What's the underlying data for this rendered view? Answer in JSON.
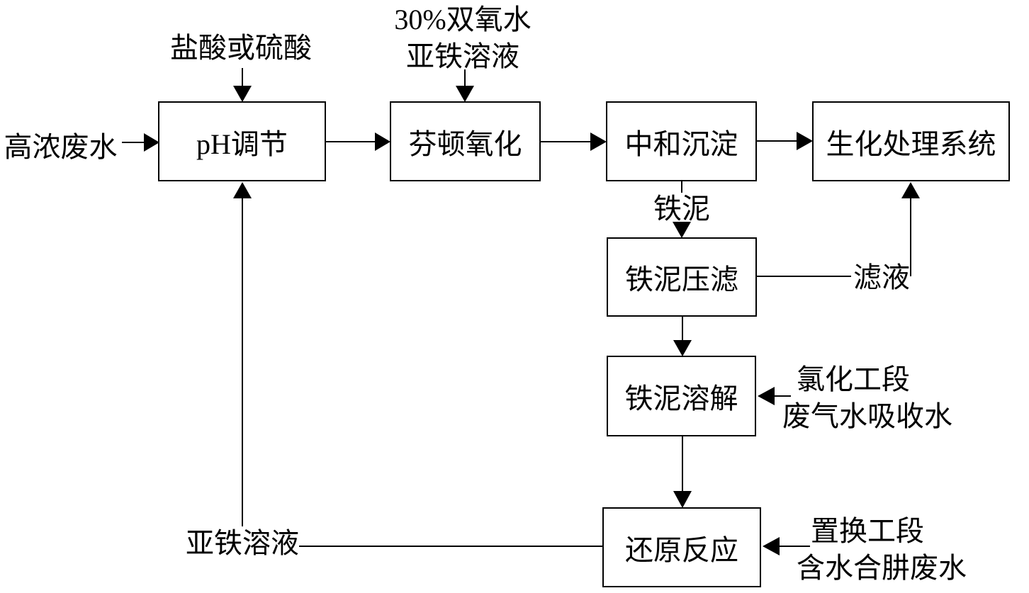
{
  "colors": {
    "background": "#ffffff",
    "line": "#000000",
    "text": "#000000"
  },
  "diagram": {
    "nodes": {
      "ph_adjust": {
        "label": "pH调节"
      },
      "fenton_oxidation": {
        "label": "芬顿氧化"
      },
      "neutralization": {
        "label": "中和沉淀"
      },
      "biochemical_system": {
        "label": "生化处理系统"
      },
      "sludge_filter_press": {
        "label": "铁泥压滤"
      },
      "sludge_dissolution": {
        "label": "铁泥溶解"
      },
      "reduction_reaction": {
        "label": "还原反应"
      }
    },
    "labels": {
      "influent": "高浓废水",
      "acid_input": "盐酸或硫酸",
      "peroxide_line1": "30%双氧水",
      "peroxide_line2": "亚铁溶液",
      "iron_sludge": "铁泥",
      "filtrate": "滤液",
      "chlorination_line1": "氯化工段",
      "chlorination_line2": "废气水吸收水",
      "replacement_line1": "置换工段",
      "replacement_line2": "含水合肼废水",
      "ferrous_solution_return": "亚铁溶液"
    }
  }
}
